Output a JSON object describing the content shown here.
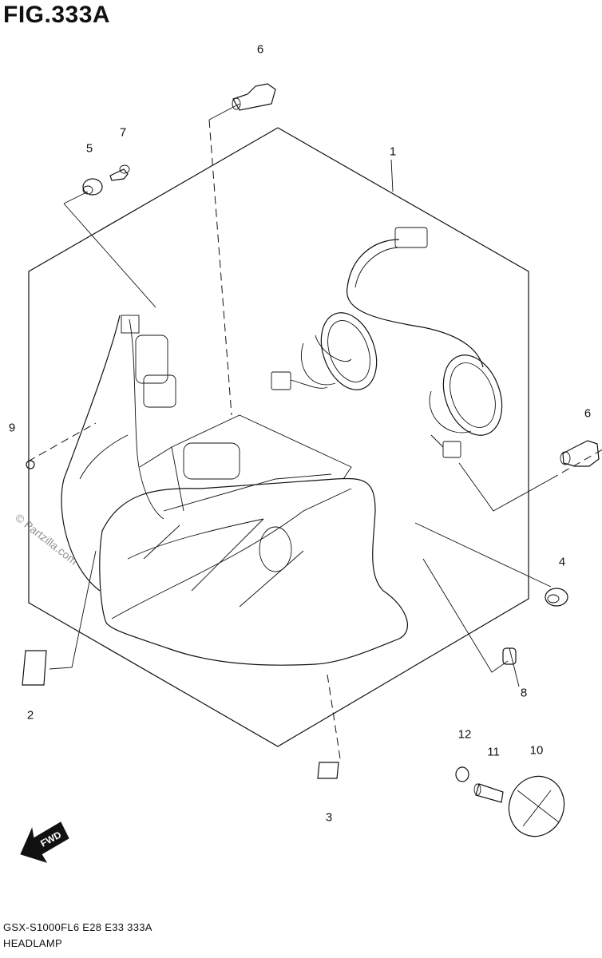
{
  "figure": {
    "title": "FIG.333A"
  },
  "callouts": [
    {
      "id": "1",
      "label": "1"
    },
    {
      "id": "2",
      "label": "2"
    },
    {
      "id": "3",
      "label": "3"
    },
    {
      "id": "4",
      "label": "4"
    },
    {
      "id": "5",
      "label": "5"
    },
    {
      "id": "6a",
      "label": "6"
    },
    {
      "id": "6b",
      "label": "6"
    },
    {
      "id": "7",
      "label": "7"
    },
    {
      "id": "8",
      "label": "8"
    },
    {
      "id": "9",
      "label": "9"
    },
    {
      "id": "10",
      "label": "10"
    },
    {
      "id": "11",
      "label": "11"
    },
    {
      "id": "12",
      "label": "12"
    }
  ],
  "watermark": "© Partzilla.com",
  "fwd_arrow": {
    "label": "FWD"
  },
  "footer": {
    "model_code": "GSX-S1000FL6  E28  E33  333A",
    "section_name": "HEADLAMP"
  }
}
